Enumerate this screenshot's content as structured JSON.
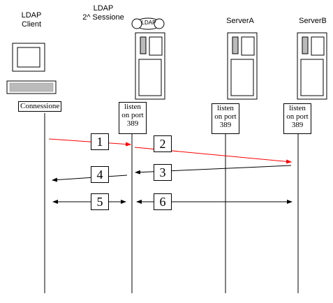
{
  "nodes": {
    "client": {
      "name_line1": "LDAP",
      "name_line2": "Client",
      "label": "Connessione"
    },
    "session": {
      "name_line1": "LDAP",
      "name_line2": "2^ Sessione",
      "badge": "LDAP"
    },
    "serverA": {
      "name": "ServerA"
    },
    "serverB": {
      "name": "ServerB"
    }
  },
  "listen_boxes": [
    {
      "line1": "listen",
      "line2": "on port",
      "line3": "389"
    },
    {
      "line1": "listen",
      "line2": "on port",
      "line3": "389"
    },
    {
      "line1": "listen",
      "line2": "on port",
      "line3": "389"
    }
  ],
  "steps": [
    "1",
    "2",
    "3",
    "4",
    "5",
    "6"
  ],
  "colors": {
    "red_arrow": "#ff0000",
    "black": "#000000"
  }
}
